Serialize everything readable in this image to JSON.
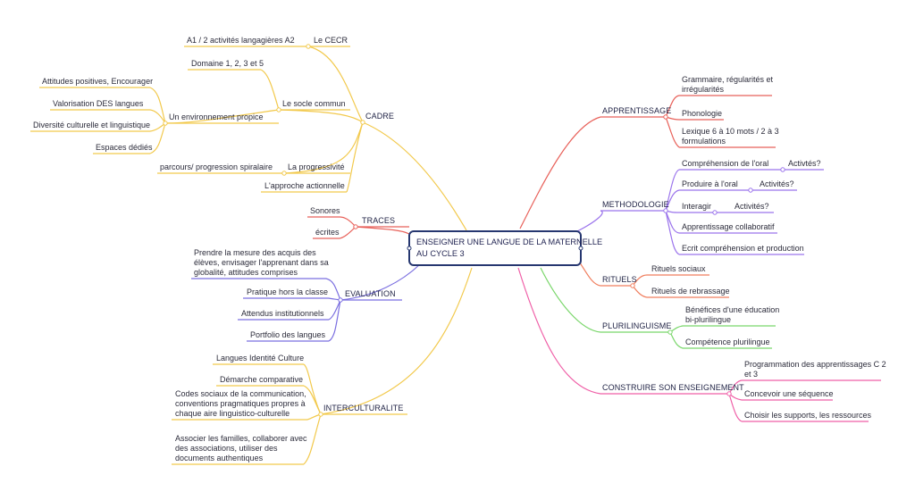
{
  "colors": {
    "cadre": "#f2c94c",
    "traces": "#e8615a",
    "evaluation": "#7b6fe0",
    "interculturalite": "#f2c94c",
    "apprentissage": "#e8615a",
    "methodologie": "#9b74ec",
    "rituels": "#f07e5e",
    "plurilinguisme": "#79d66a",
    "construire": "#ef5fa7",
    "root_border": "#263770"
  },
  "root": {
    "line1": "ENSEIGNER UNE LANGUE DE LA MATERNELLE",
    "line2": "AU CYCLE 3"
  },
  "branches": {
    "cadre": {
      "label": "CADRE",
      "cecr": {
        "label": "Le CECR",
        "items": [
          "A1 / 2 activités langagières A2"
        ]
      },
      "socle": {
        "label": "Le socle commun",
        "domaine": "Domaine 1, 2, 3 et 5",
        "env": {
          "label": "Un environnement propice",
          "items": [
            "Attitudes positives, Encourager",
            "Valorisation DES langues",
            "Diversité culturelle et linguistique",
            "Espaces dédiés"
          ]
        }
      },
      "progressivite": {
        "label": "La progressivité",
        "items": [
          "parcours/ progression spiralaire"
        ]
      },
      "actionnelle": "L'approche actionnelle"
    },
    "traces": {
      "label": "TRACES",
      "items": [
        "Sonores",
        "écrites"
      ]
    },
    "evaluation": {
      "label": "EVALUATION",
      "acquis": [
        "Prendre la mesure des acquis des",
        "élèves, envisager l'apprenant dans sa",
        "globalité, attitudes comprises"
      ],
      "items": [
        "Pratique hors la classe",
        "Attendus institutionnels",
        "Portfolio des langues"
      ]
    },
    "interculturalite": {
      "label": "INTERCULTURALITE",
      "items": [
        "Langues Identité Culture",
        "Démarche comparative"
      ],
      "codes": [
        "Codes sociaux de la communication,",
        "conventions pragmatiques propres à",
        "chaque aire linguistico-culturelle"
      ],
      "familles": [
        "Associer les familles, collaborer avec",
        "des associations, utiliser des",
        "documents authentiques"
      ]
    },
    "apprentissage": {
      "label": "APPRENTISSAGE",
      "grammaire": [
        "Grammaire, régularités et",
        "irrégularités"
      ],
      "phonologie": "Phonologie",
      "lexique": [
        "Lexique 6 à 10 mots / 2 à 3",
        "formulations"
      ]
    },
    "methodologie": {
      "label": "METHODOLOGIE",
      "oral": {
        "label": "Compréhension de l'oral",
        "sub": "Activtés?"
      },
      "produire": {
        "label": "Produire à l'oral",
        "sub": "Activités?"
      },
      "interagir": {
        "label": "Interagir",
        "sub": "Activités?"
      },
      "items": [
        "Apprentissage collaboratif",
        "Ecrit compréhension et production"
      ]
    },
    "rituels": {
      "label": "RITUELS",
      "items": [
        "Rituels sociaux",
        "Rituels de rebrassage"
      ]
    },
    "plurilinguisme": {
      "label": "PLURILINGUISME",
      "benefices": [
        "Bénéfices d'une éducation",
        "bi-plurilingue"
      ],
      "competence": "Compétence plurilingue"
    },
    "construire": {
      "label": "CONSTRUIRE SON ENSEIGNEMENT",
      "programmation": [
        "Programmation des apprentissages C 2",
        "et 3"
      ],
      "items": [
        "Concevoir une séquence",
        "Choisir les supports, les ressources"
      ]
    }
  }
}
